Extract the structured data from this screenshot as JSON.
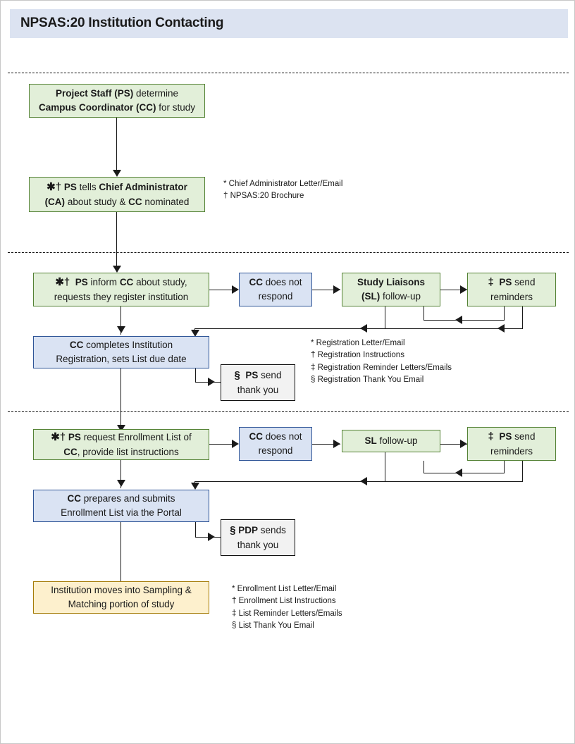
{
  "header": {
    "title": "NPSAS:20 Institution Contacting",
    "bar_color": "#dce3f1"
  },
  "colors": {
    "green_fill": "#e2efd9",
    "green_border": "#548235",
    "blue_fill": "#dae3f3",
    "blue_border": "#2f5597",
    "yellow_fill": "#fdf0cd",
    "yellow_border": "#a67c08",
    "gray_fill": "#f2f2f2",
    "gray_border": "#111111",
    "line": "#1a1a1a"
  },
  "phase1": {
    "box1": {
      "line1_bold": "Project Staff (PS)",
      "line1_rest": " determine",
      "line2_bold": "Campus Coordinator (CC)",
      "line2_rest": " for study"
    }
  },
  "phase2": {
    "box1": {
      "symbols": "✱†",
      "line1_a_bold": "PS",
      "line1_b": " tells ",
      "line1_c_bold": "Chief Administrator",
      "line2_a_bold": "(CA)",
      "line2_b": " about study & ",
      "line2_c_bold": "CC",
      "line2_d": " nominated"
    },
    "legend": [
      "* Chief Administrator Letter/Email",
      "† NPSAS:20 Brochure"
    ]
  },
  "phase3": {
    "box_inform": {
      "symbols": "✱†",
      "line1_a_bold": "PS",
      "line1_b": " inform  ",
      "line1_c_bold": "CC",
      "line1_d": " about study,",
      "line2": "requests they register institution"
    },
    "box_no_respond": {
      "line1_bold": "CC",
      "line1_rest": " does not",
      "line2": "respond"
    },
    "box_sl": {
      "line1_bold": "Study Liaisons",
      "line2_bold": "(SL)",
      "line2_rest": " follow-up"
    },
    "box_reminders": {
      "symbol": "‡",
      "line1_bold": "PS",
      "line1_rest": " send",
      "line2": "reminders"
    },
    "box_cc_registers": {
      "line1_bold": "CC",
      "line1_rest": " completes Institution",
      "line2": "Registration, sets List due date"
    },
    "box_thank_you": {
      "symbol": "§",
      "line1_bold": "PS",
      "line1_rest": " send",
      "line2": "thank you"
    },
    "legend": [
      "* Registration Letter/Email",
      "† Registration Instructions",
      "‡ Registration Reminder Letters/Emails",
      "§ Registration Thank You Email"
    ]
  },
  "phase4": {
    "box_request": {
      "symbols": "✱†",
      "line1_a_bold": "PS",
      "line1_b": " request  Enrollment  List of",
      "line2_a_bold": "CC",
      "line2_b": ", provide list instructions"
    },
    "box_no_respond": {
      "line1_bold": "CC",
      "line1_rest": " does not",
      "line2": "respond"
    },
    "box_sl": {
      "line1_bold": "SL",
      "line1_rest": " follow-up"
    },
    "box_reminders": {
      "symbol": "‡",
      "line1_bold": "PS",
      "line1_rest": " send",
      "line2": "reminders"
    },
    "box_cc_submits": {
      "line1_bold": "CC",
      "line1_rest": " prepares and submits",
      "line2": "Enrollment List via the Portal"
    },
    "box_thank_you": {
      "symbol": "§",
      "line1_bold": "PDP",
      "line1_rest": " sends",
      "line2": "thank you"
    },
    "box_final": {
      "line1": "Institution moves into Sampling &",
      "line2": "Matching portion of study"
    },
    "legend": [
      "* Enrollment List Letter/Email",
      "† Enrollment List Instructions",
      "‡ List Reminder  Letters/Emails",
      "§ List Thank You Email"
    ]
  }
}
